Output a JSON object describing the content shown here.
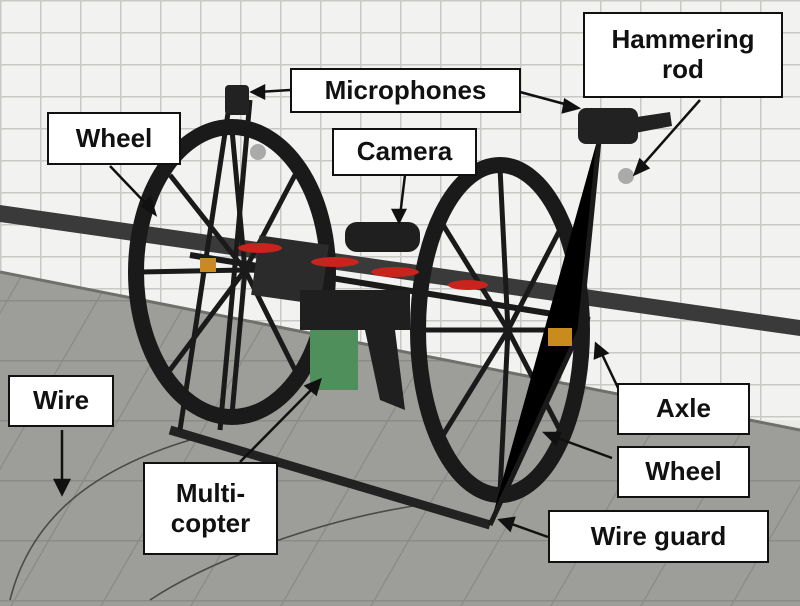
{
  "figure": {
    "labels": {
      "hammering_rod": "Hammering\nrod",
      "microphones": "Microphones",
      "wheel_left": "Wheel",
      "camera": "Camera",
      "wire": "Wire",
      "multicopter": "Multi-\ncopter",
      "axle": "Axle",
      "wheel_right": "Wheel",
      "wire_guard": "Wire guard"
    },
    "colors": {
      "frame": "#1a1a1a",
      "props": "#c8231c",
      "battery": "#4e8f5c"
    }
  }
}
